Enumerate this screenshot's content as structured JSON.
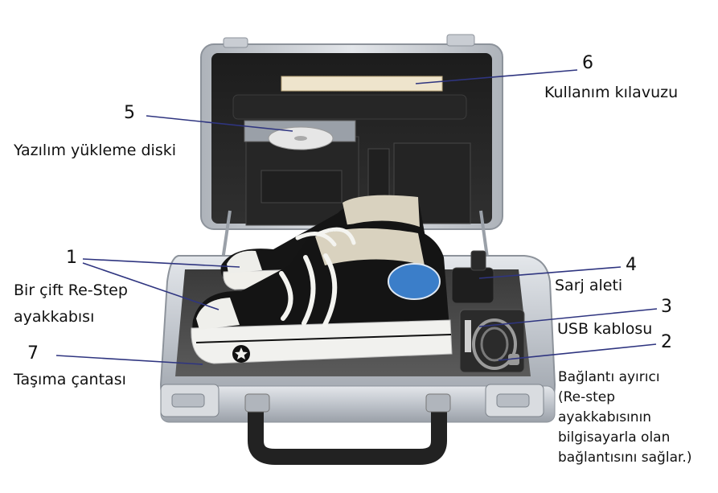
{
  "callouts": [
    {
      "id": "1",
      "number": "1",
      "label_lines": [
        "Bir çift Re-Step",
        "ayakkabısı"
      ]
    },
    {
      "id": "2",
      "number": "2",
      "label_lines": [
        "Bağlantı ayırıcı"
      ],
      "description_lines": [
        "(Re-step",
        "ayakkabısının",
        "bilgisayarla olan",
        "bağlantısını sağlar.)"
      ]
    },
    {
      "id": "3",
      "number": "3",
      "label_lines": [
        "USB kablosu"
      ]
    },
    {
      "id": "4",
      "number": "4",
      "label_lines": [
        "Sarj aleti"
      ]
    },
    {
      "id": "5",
      "number": "5",
      "label_lines": [
        "Yazılım yükleme diski"
      ]
    },
    {
      "id": "6",
      "number": "6",
      "label_lines": [
        "Kullanım kılavuzu"
      ]
    },
    {
      "id": "7",
      "number": "7",
      "label_lines": [
        "Taşıma çantası"
      ]
    }
  ],
  "colors": {
    "leader_line": "#2f3580",
    "case_silver": "#c9cdd3",
    "case_interior": "#2a2a2a",
    "shoe_canvas": "#141414",
    "shoe_sole": "#f1f1ee"
  }
}
